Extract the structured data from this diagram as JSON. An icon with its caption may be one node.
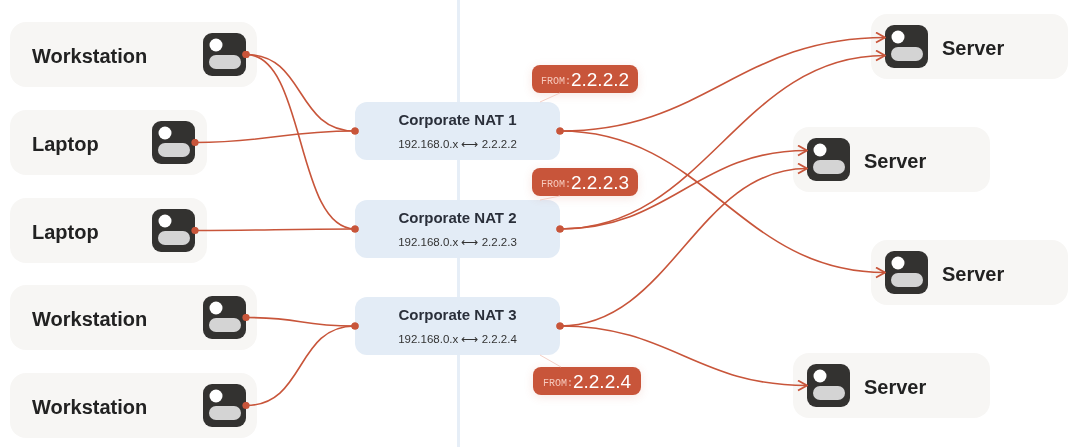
{
  "diagram": {
    "nodes": [
      {
        "text": [
          "Workstation"
        ]
      },
      {
        "text": [
          "Laptop"
        ]
      },
      {
        "text": [
          "Laptop"
        ]
      },
      {
        "text": [
          "Workstation"
        ]
      },
      {
        "text": [
          "Workstation"
        ]
      },
      {
        "text": [
          "Corporate NAT 1",
          "192.168.0.x ⟷ 2.2.2.2"
        ]
      },
      {
        "text": [
          "Corporate NAT 2",
          "192.168.0.x ⟷ 2.2.2.3"
        ]
      },
      {
        "text": [
          "Corporate NAT 3",
          "192.168.0.x ⟷ 2.2.2.4"
        ]
      },
      {
        "text": [
          "FROM:",
          "2.2.2.2"
        ]
      },
      {
        "text": [
          "FROM:",
          "2.2.2.3"
        ]
      },
      {
        "text": [
          "FROM:",
          "2.2.2.4"
        ]
      },
      {
        "text": [
          "Server"
        ]
      },
      {
        "text": [
          "Server"
        ]
      },
      {
        "text": [
          "Server"
        ]
      },
      {
        "text": [
          "Server"
        ]
      }
    ],
    "edges": [
      {
        "from": 0,
        "to": 5,
        "arrow": "other"
      },
      {
        "from": 0,
        "to": 6,
        "arrow": "other"
      },
      {
        "from": 1,
        "to": 5,
        "arrow": "other"
      },
      {
        "from": 2,
        "to": 6,
        "arrow": "other"
      },
      {
        "from": 3,
        "to": 7,
        "arrow": "other"
      },
      {
        "from": 4,
        "to": 7,
        "arrow": "other"
      },
      {
        "from": 5,
        "to": 11,
        "arrow": "to"
      },
      {
        "from": 5,
        "to": 13,
        "arrow": "to"
      },
      {
        "from": 6,
        "to": 11,
        "arrow": "to"
      },
      {
        "from": 6,
        "to": 12,
        "arrow": "to"
      },
      {
        "from": 7,
        "to": 12,
        "arrow": "to"
      },
      {
        "from": 7,
        "to": 14,
        "arrow": "to"
      },
      {
        "from": 8,
        "to": 5,
        "arrow": "none",
        "color": "#f3cfc6"
      },
      {
        "from": 9,
        "to": 6,
        "arrow": "none",
        "color": "#f3cfc6"
      },
      {
        "from": 10,
        "to": 7,
        "arrow": "none",
        "color": "#f3cfc6"
      }
    ]
  }
}
